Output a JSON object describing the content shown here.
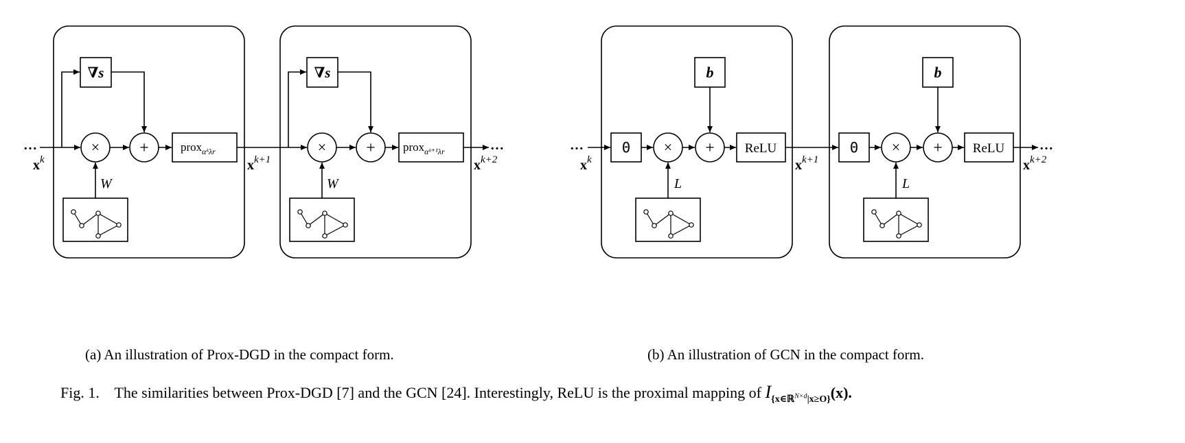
{
  "panel_a": {
    "caption": "(a) An illustration of Prox-DGD in the compact form.",
    "grad_label": "∇s",
    "mult_symbol": "×",
    "add_symbol": "+",
    "prox_main": "prox",
    "prox_sub_1": "αᵏλr",
    "prox_sub_2": "αᵏ⁺¹λr",
    "matrix_label": "W",
    "ellipsis": "…",
    "input_base": "x",
    "input_sup": "k",
    "mid_sup": "k+1",
    "output_sup": "k+2"
  },
  "panel_b": {
    "caption": "(b) An illustration of GCN in the compact form.",
    "theta_label": "Θ",
    "bias_label": "b",
    "mult_symbol": "×",
    "add_symbol": "+",
    "act_label": "ReLU",
    "matrix_label": "L",
    "ellipsis": "…",
    "input_base": "x",
    "input_sup": "k",
    "mid_sup": "k+1",
    "output_sup": "k+2"
  },
  "figure_caption": {
    "prefix": "Fig. 1.",
    "text": "The similarities between Prox-DGD [7] and the GCN [24]. Interestingly, ReLU is the proximal mapping of",
    "math_main": "I",
    "math_sub": "{x∈ℝ",
    "math_sub_sup": "N×d",
    "math_sub_rest": "|x≥O}",
    "math_arg": "(x)."
  }
}
